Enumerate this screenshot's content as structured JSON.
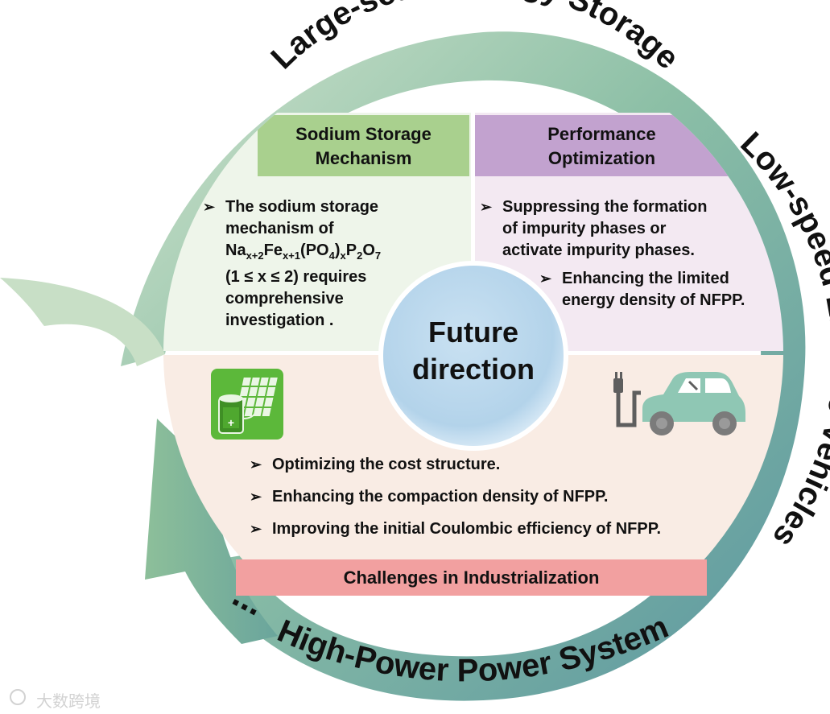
{
  "ring_labels": {
    "top": "Large-scale Energy Storage",
    "right": "Low-speed Electric Vehicles",
    "bottom": "High-Power Power System",
    "ellipsis": "..."
  },
  "sodium": {
    "title_line1": "Sodium Storage",
    "title_line2": "Mechanism",
    "text1": "The sodium storage",
    "text2": "mechanism of",
    "formula_na": "Na",
    "formula_na_sub": "x+2",
    "formula_fe": "Fe",
    "formula_fe_sub": "x+1",
    "formula_po": "(PO",
    "formula_po_sub": "4",
    "formula_close": ")",
    "formula_x_sub": "x",
    "formula_p": "P",
    "formula_p_sub": "2",
    "formula_o": "O",
    "formula_o_sub": "7",
    "text3": "(1 ≤ x ≤ 2) requires",
    "text4": "comprehensive",
    "text5": "investigation ."
  },
  "performance": {
    "title_line1": "Performance",
    "title_line2": "Optimization",
    "bullet1_line1": "Suppressing the formation",
    "bullet1_line2": "of impurity phases or",
    "bullet1_line3": "activate impurity phases.",
    "bullet2_line1": "Enhancing the limited",
    "bullet2_line2": "energy density of NFPP."
  },
  "center": {
    "line1": "Future",
    "line2": "direction"
  },
  "challenges": {
    "bullet1": "Optimizing the cost structure.",
    "bullet2": "Enhancing the compaction density of NFPP.",
    "bullet3": "Improving the initial Coulombic efficiency of NFPP.",
    "bar_label": "Challenges in Industrialization"
  },
  "bullet_mark": "➢",
  "watermark": "大数跨境",
  "icons": {
    "storage": "battery-solar-panel-icon",
    "vehicle": "electric-car-charger-icon"
  },
  "colors": {
    "ring_light": "#b9d6b7",
    "ring_mid": "#7fb3a0",
    "ring_dark": "#5f9aa3",
    "sodium_header": "#a9d08e",
    "sodium_panel": "#eef5ea",
    "performance_header": "#c2a2cf",
    "performance_panel": "#f3e9f2",
    "challenge_panel": "#f9ece4",
    "challenge_bar": "#f2a0a0",
    "center_circle": "#b8d6ec",
    "car": "#8fc7b4",
    "battery": "#5cb83a"
  }
}
